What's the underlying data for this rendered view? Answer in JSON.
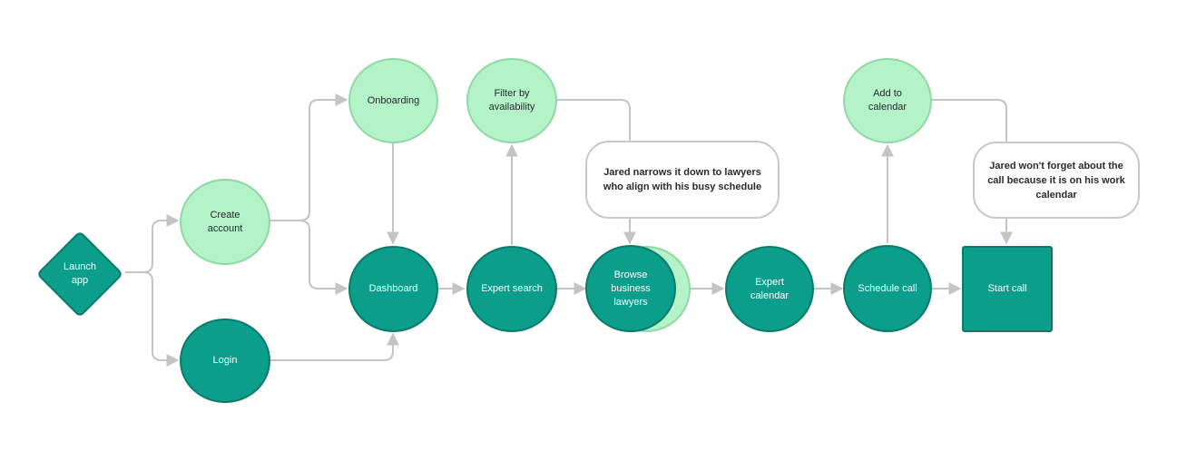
{
  "colors": {
    "node_dark": "#0b9e8a",
    "node_dark_border": "#0a7a6a",
    "node_light": "#b4f2c8",
    "node_light_border": "#8fd8a6",
    "connector": "#c4c4c4"
  },
  "nodes": {
    "launch_app": "Launch\napp",
    "create_account": "Create\naccount",
    "login": "Login",
    "onboarding": "Onboarding",
    "dashboard": "Dashboard",
    "filter_by_availability": "Filter by\navailability",
    "expert_search": "Expert search",
    "browse_business_lawyers": "Browse\nbusiness\nlawyers",
    "expert_calendar": "Expert\ncalendar",
    "add_to_calendar": "Add to\ncalendar",
    "schedule_call": "Schedule call",
    "start_call": "Start call"
  },
  "callouts": {
    "narrow_down": "Jared narrows  it down to lawyers\nwho align with his busy schedule",
    "wont_forget": "Jared  won't forget about the\ncall because it is on his work\ncalendar"
  }
}
